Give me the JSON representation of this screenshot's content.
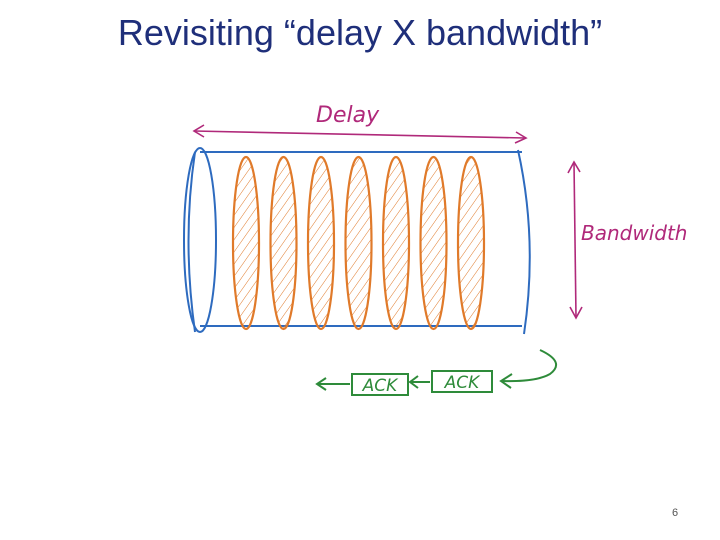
{
  "slide": {
    "title": "Revisiting “delay X bandwidth”",
    "page_number": "6"
  },
  "diagram": {
    "labels": {
      "delay": "Delay",
      "bandwidth": "Bandwidth",
      "ack_1": "ACK",
      "ack_2": "ACK"
    },
    "packets_in_flight": 7,
    "colors": {
      "title": "#1f2f7a",
      "pipe": "#2e6bbf",
      "packets": "#e07a2a",
      "labels": "#b0297a",
      "acks": "#2e8b3a"
    }
  }
}
